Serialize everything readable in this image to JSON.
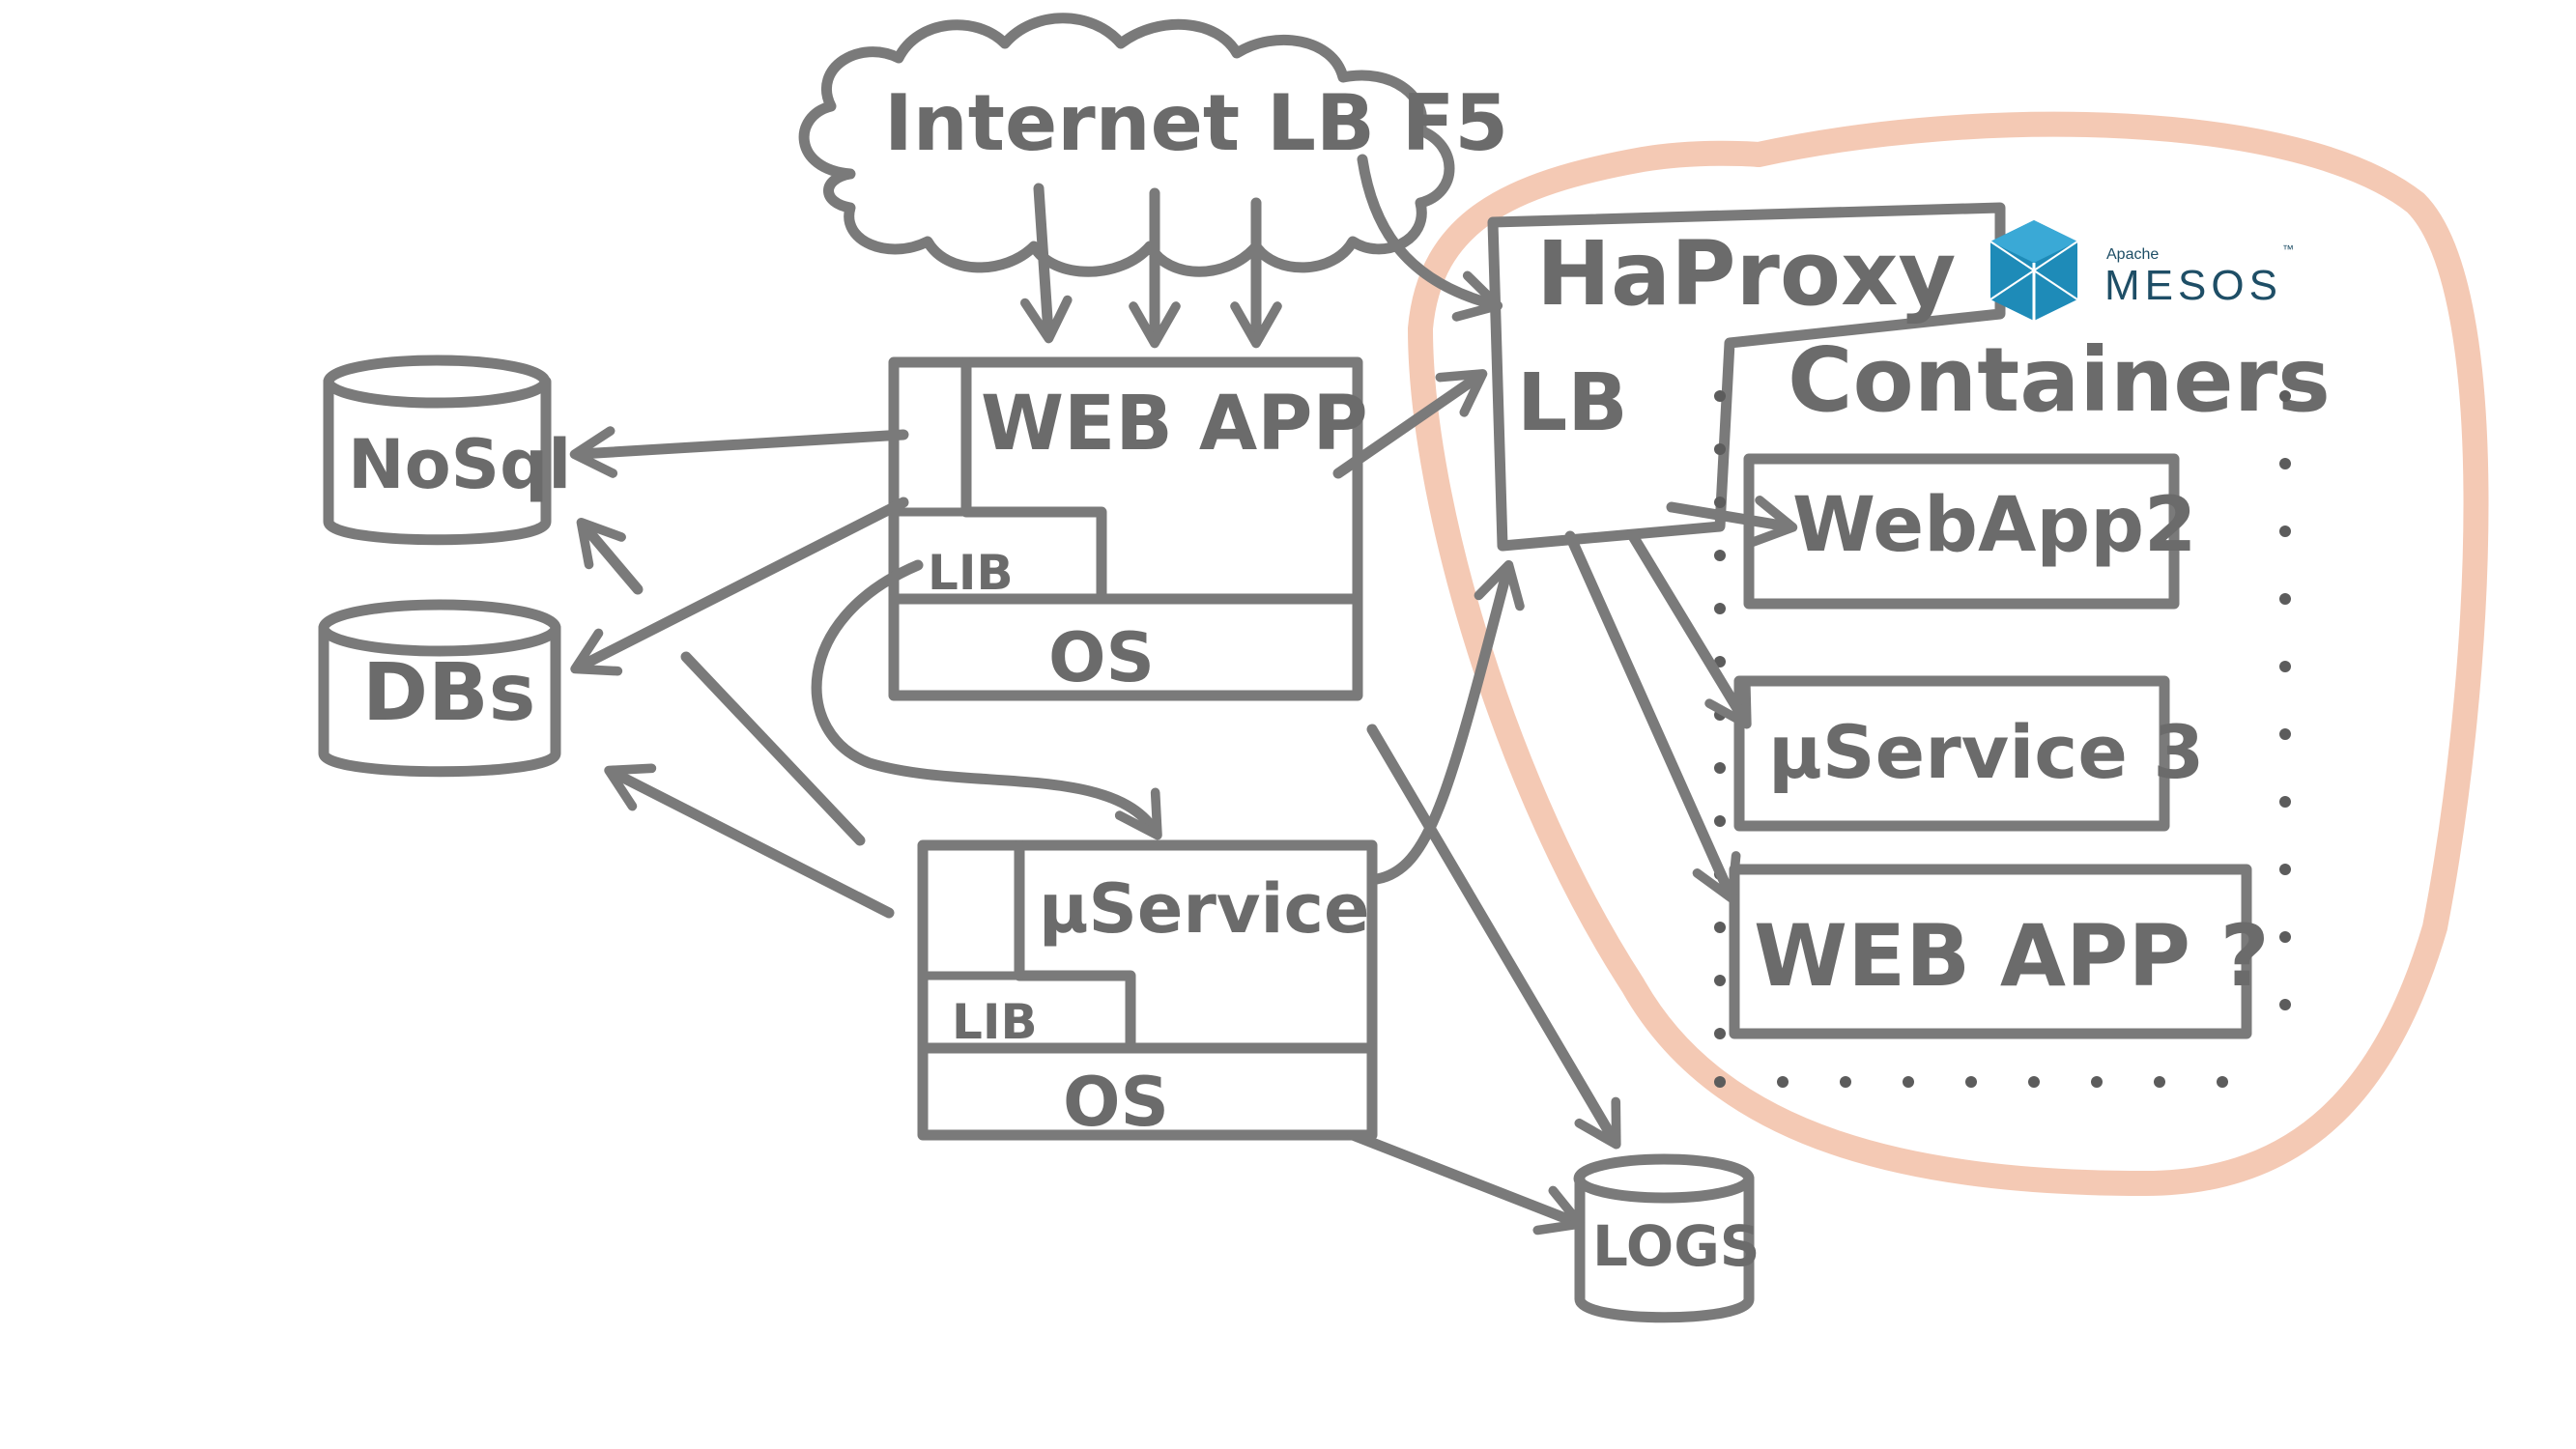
{
  "cloud": {
    "label": "Internet LB F5"
  },
  "webapp": {
    "title": "WEB APP",
    "lib": "LIB",
    "os": "OS"
  },
  "microservice": {
    "title": "µService",
    "lib": "LIB",
    "os": "OS"
  },
  "stores": {
    "nosql": "NoSql",
    "dbs": "DBs",
    "logs": "LOGS"
  },
  "haproxy": {
    "title": "HaProxy",
    "lb": "LB"
  },
  "containers": {
    "title": "Containers",
    "items": [
      "WebApp2",
      "µService 3",
      "WEB APP ?"
    ]
  },
  "mesos": {
    "apache": "Apache",
    "name": "MESOS",
    "tm": "™"
  },
  "colors": {
    "ink": "#7a7a7a",
    "highlight": "#f4c9b4",
    "mesos_blue": "#1e8bb8",
    "mesos_dark": "#1e4e66"
  }
}
